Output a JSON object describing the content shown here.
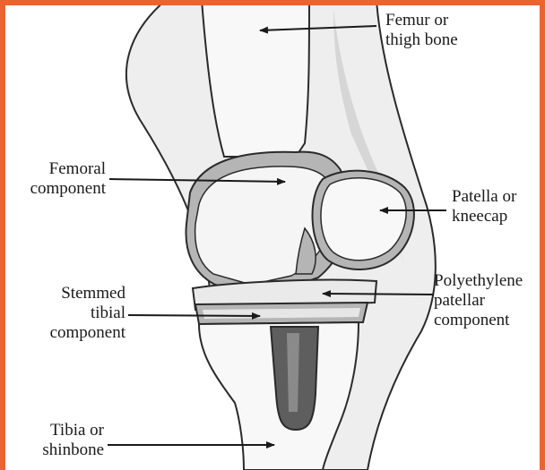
{
  "labels": {
    "femur": [
      "Femur or",
      "thigh bone"
    ],
    "femoral_component": [
      "Femoral",
      "component"
    ],
    "patella": [
      "Patella or",
      "kneecap"
    ],
    "stemmed_tibial": [
      "Stemmed",
      "tibial",
      "component"
    ],
    "polyethylene": [
      "Polyethylene",
      "patellar",
      "component"
    ],
    "tibia": [
      "Tibia or",
      "shinbone"
    ]
  },
  "colors": {
    "border": "#e8652e",
    "leg_fill": "#eeeeee",
    "bone_fill": "#f8f8f8",
    "metal": "#b5b5b5",
    "stem": "#5e5e5e",
    "outline": "#2a2a2a"
  }
}
